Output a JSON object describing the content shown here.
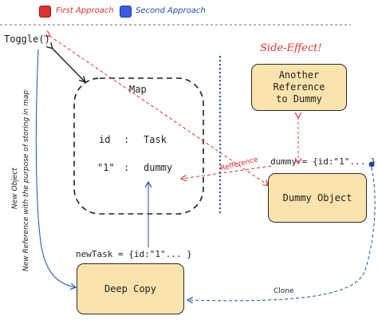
{
  "legend": {
    "first_label": "First Approach",
    "second_label": "Second Approach",
    "first_color": "#e03131",
    "second_color": "#1c4fa8"
  },
  "nodes": {
    "toggle": "Toggle()",
    "map_title": "Map",
    "map_key_header": "id",
    "map_sep": ":",
    "map_value_header": "Task",
    "map_row_key": "\"1\"",
    "map_row_value": "dummy",
    "side_effect": "Side-Effect!",
    "another_ref_line1": "Another Reference",
    "another_ref_line2": "to Dummy",
    "dummy_def": "dummy = {id:\"1\"... }",
    "dummy_object": "Dummy Object",
    "new_task_def": "newTask = {id:\"1\"... }",
    "deep_copy": "Deep Copy"
  },
  "edge_labels": {
    "refference": "Refference",
    "clone": "Clone",
    "new_object": "New Object",
    "new_reference": "New Reference with the purpose of storing in map"
  }
}
